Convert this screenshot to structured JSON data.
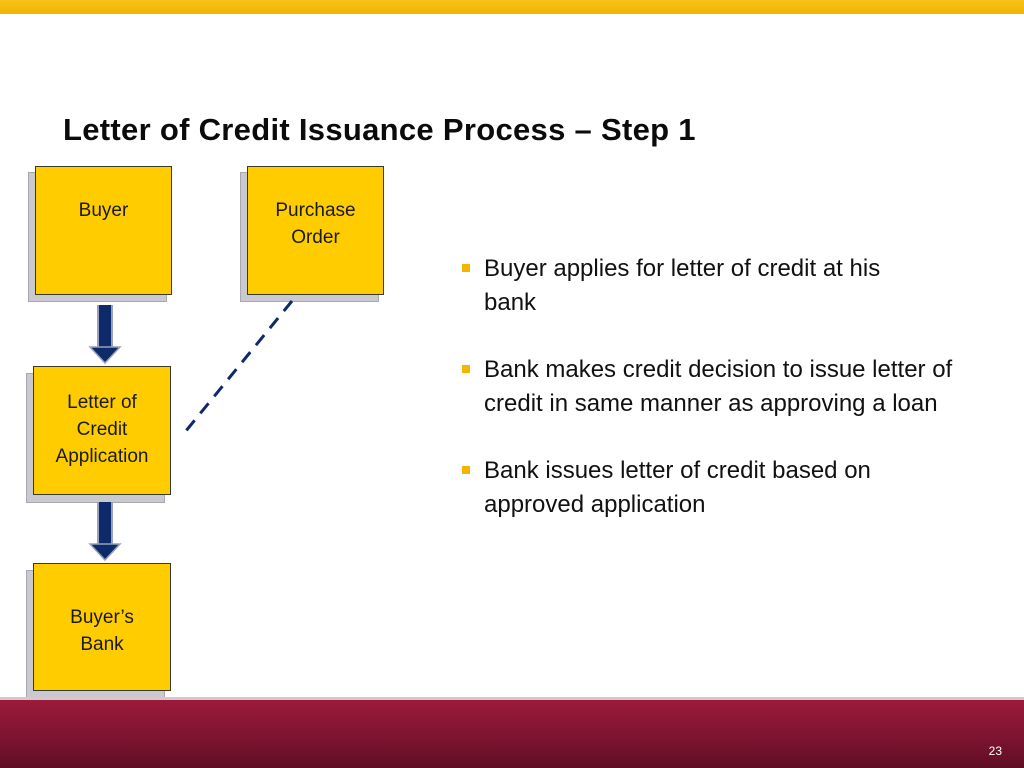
{
  "slide": {
    "title": "Letter of Credit Issuance Process – Step 1",
    "page_number": "23"
  },
  "diagram": {
    "boxes": {
      "buyer": "Buyer",
      "purchase_order": "Purchase\nOrder",
      "loc_application": "Letter of\nCredit\nApplication",
      "buyers_bank": "Buyer’s\nBank"
    }
  },
  "bullets": [
    "Buyer applies for letter of credit at his bank",
    "Bank makes credit decision to issue letter of credit in same manner as approving a loan",
    "Bank issues letter of credit based on approved application"
  ],
  "colors": {
    "box_fill": "#ffcc00",
    "accent_gold": "#f4b400",
    "arrow_navy": "#0d2a6b",
    "footer_maroon": "#8a1735"
  }
}
